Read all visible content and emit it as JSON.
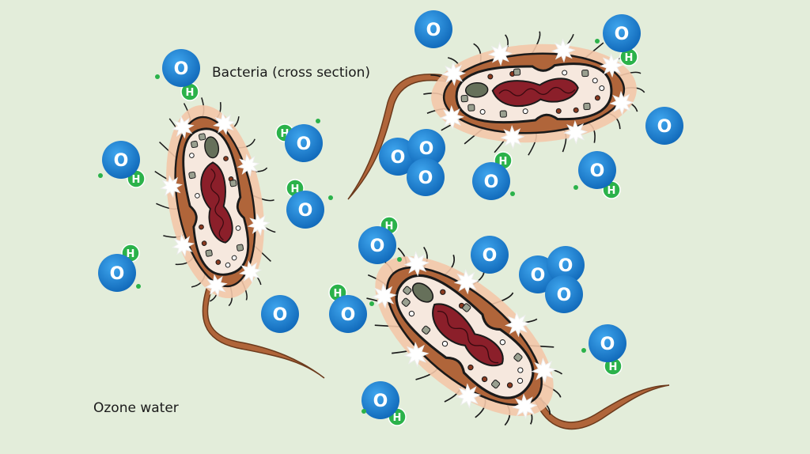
{
  "labels": {
    "bacteria": "Bacteria (cross section)",
    "ozone_water": "Ozone water"
  },
  "atoms": {
    "oxygen": "O",
    "hydrogen": "H"
  },
  "colors": {
    "background": "#e3edda",
    "oxygen": "#1a7fd0",
    "hydrogen": "#2bb24a",
    "cell_wall": "#b0653a",
    "halo": "#f3c7a8",
    "cytoplasm": "#f6e8de",
    "nucleoid": "#8b1f2a",
    "vacuole": "#66705a"
  },
  "legend_counts": {
    "hydroxyl_radicals": 12,
    "oxygen_atoms": 4,
    "ozone_molecules": 2,
    "bacteria": 3
  }
}
